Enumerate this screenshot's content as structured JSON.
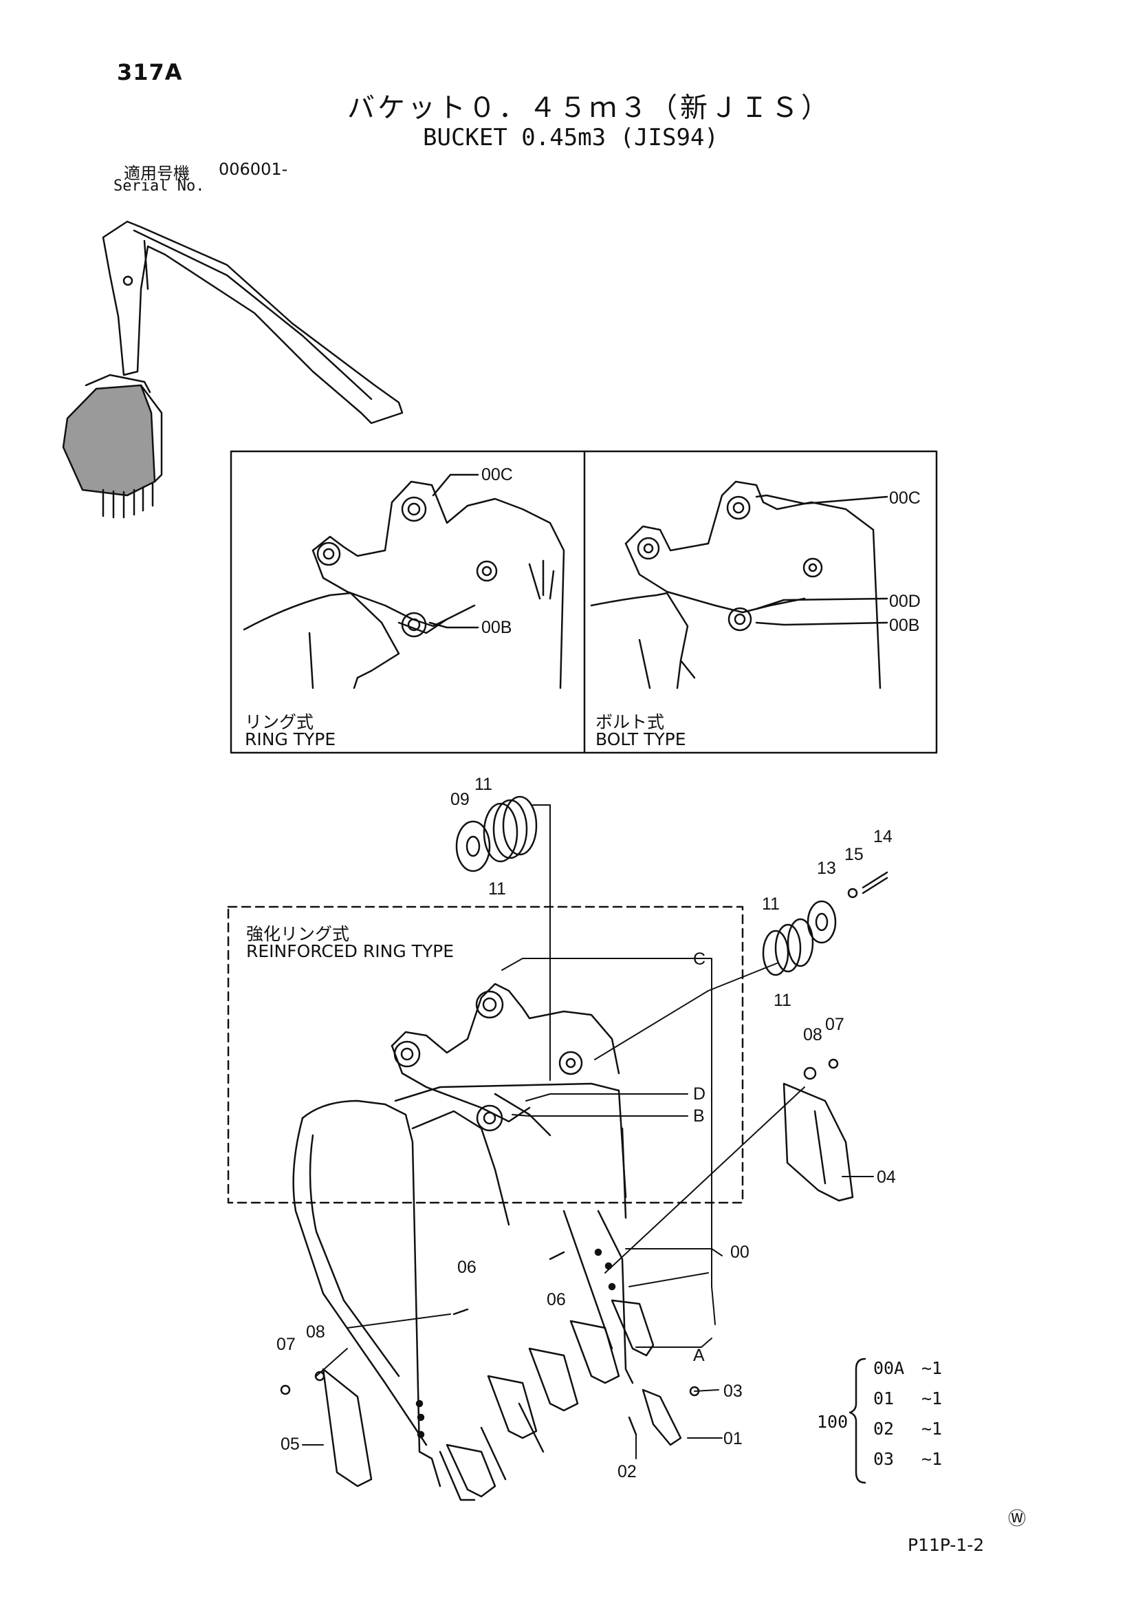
{
  "header": {
    "page_code": "317A",
    "title_jp": "バケット０．４５ｍ３（新ＪＩＳ）",
    "title_en": "BUCKET 0.45m3 (JIS94)",
    "serial_label_jp": "適用号機",
    "serial_value": "006001-",
    "serial_label_en": "Serial No."
  },
  "insets": {
    "ring": {
      "caption_jp": "リング式",
      "caption_en": "RING TYPE",
      "callouts": [
        "00C",
        "00B"
      ]
    },
    "bolt": {
      "caption_jp": "ボルト式",
      "caption_en": "BOLT TYPE",
      "callouts": [
        "00C",
        "00D",
        "00B"
      ]
    }
  },
  "reinforced": {
    "caption_jp": "強化リング式",
    "caption_en": "REINFORCED RING TYPE"
  },
  "callouts": {
    "p09": "09",
    "p11a": "11",
    "p11b": "11",
    "p11c": "11",
    "p11d": "11",
    "p13": "13",
    "p14": "14",
    "p15": "15",
    "p08a": "08",
    "p07a": "07",
    "p04": "04",
    "p00": "00",
    "p06a": "06",
    "p06b": "06",
    "p07b": "07",
    "p08b": "08",
    "p05": "05",
    "p03": "03",
    "p01": "01",
    "p02": "02",
    "refC": "C",
    "refD": "D",
    "refB": "B",
    "refA": "A"
  },
  "kit": {
    "number": "100",
    "items": [
      {
        "code": "00A",
        "qty": "~1"
      },
      {
        "code": "01",
        "qty": "~1"
      },
      {
        "code": "02",
        "qty": "~1"
      },
      {
        "code": "03",
        "qty": "~1"
      }
    ]
  },
  "footer": {
    "watermark": "Ⓦ",
    "doc_ref": "P11P-1-2"
  }
}
